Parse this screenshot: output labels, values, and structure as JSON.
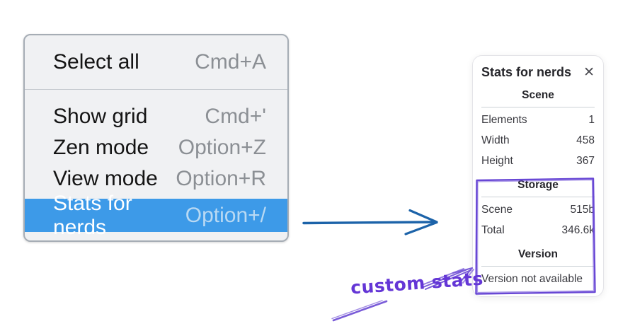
{
  "context_menu": {
    "sections": [
      {
        "items": [
          {
            "label": "Select all",
            "shortcut": "Cmd+A",
            "highlighted": false
          }
        ]
      },
      {
        "items": [
          {
            "label": "Show grid",
            "shortcut": "Cmd+'",
            "highlighted": false
          },
          {
            "label": "Zen mode",
            "shortcut": "Option+Z",
            "highlighted": false
          },
          {
            "label": "View mode",
            "shortcut": "Option+R",
            "highlighted": false
          },
          {
            "label": "Stats for nerds",
            "shortcut": "Option+/",
            "highlighted": true
          }
        ]
      }
    ]
  },
  "stats_panel": {
    "title": "Stats for nerds",
    "close_glyph": "✕",
    "sections": [
      {
        "header": "Scene",
        "rows": [
          {
            "label": "Elements",
            "value": "1"
          },
          {
            "label": "Width",
            "value": "458"
          },
          {
            "label": "Height",
            "value": "367"
          }
        ]
      },
      {
        "header": "Storage",
        "rows": [
          {
            "label": "Scene",
            "value": "515b"
          },
          {
            "label": "Total",
            "value": "346.6k"
          }
        ]
      },
      {
        "header": "Version",
        "note": "Version not available"
      }
    ]
  },
  "annotations": {
    "custom_stats_label": "custom stats"
  },
  "colors": {
    "menu_highlight": "#3d9ae8",
    "menu_background": "#f0f1f3",
    "blue_arrow": "#1c63a9",
    "annotation_purple": "#6847d5",
    "shortcut_gray": "#8b8f94"
  }
}
